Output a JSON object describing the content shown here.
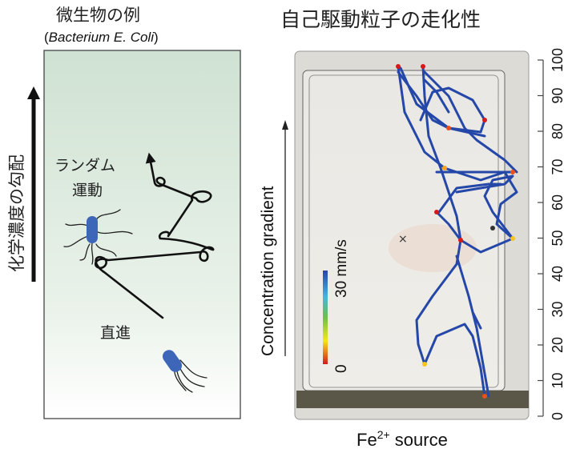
{
  "left_panel": {
    "title": "微生物の例",
    "subtitle_open": "(",
    "subtitle_italic": "Bacterium E. Coli",
    "subtitle_close": ")",
    "gradient_label": "化学濃度の勾配",
    "random_label_1": "ランダム",
    "random_label_2": "運動",
    "straight_label": "直進",
    "colors": {
      "top": "#cfe2d3",
      "bottom": "#ffffff",
      "bacterium": "#3d66b8"
    }
  },
  "right_panel": {
    "title": "自己駆動粒子の走化性",
    "gradient_label": "Concentration gradient",
    "source_label_base": "Fe",
    "source_label_sup": "2+",
    "source_label_rest": " source",
    "colorbar": {
      "max_label": "30",
      "unit": " mm/s",
      "min_label": "0",
      "colors": [
        "#d7191c",
        "#f5e51b",
        "#6cc04a",
        "#47b4e0",
        "#2447a8"
      ]
    },
    "axis": {
      "ticks": [
        "0",
        "10",
        "20",
        "30",
        "40",
        "50",
        "60",
        "70",
        "80",
        "90",
        "100"
      ],
      "min": 0,
      "max": 100
    },
    "trajectory_color": "#2447a8"
  }
}
